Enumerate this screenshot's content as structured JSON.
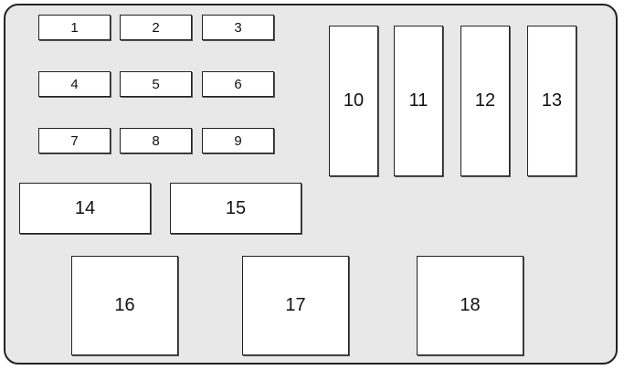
{
  "diagram": {
    "fuses": [
      "1",
      "2",
      "3",
      "4",
      "5",
      "6",
      "7",
      "8",
      "9",
      "10",
      "11",
      "12",
      "13",
      "14",
      "15",
      "16",
      "17",
      "18"
    ]
  }
}
